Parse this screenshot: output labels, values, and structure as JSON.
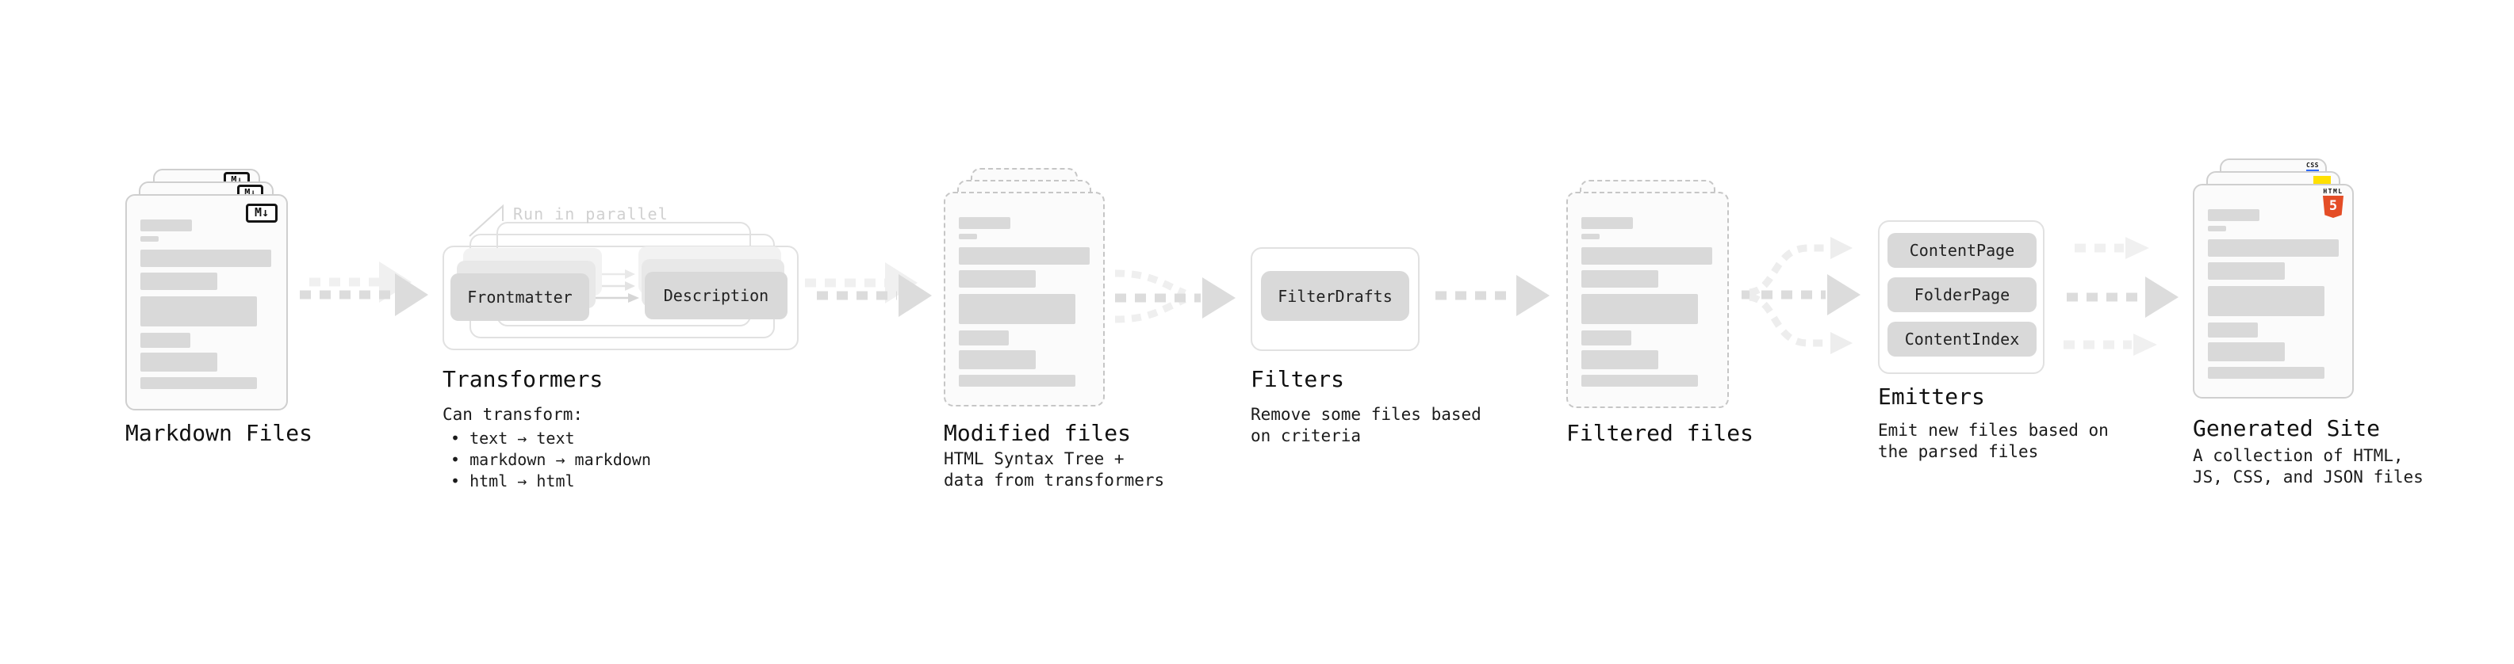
{
  "palette": {
    "html5_orange": "#e44d26",
    "js_yellow": "#ffe000",
    "css_blue": "#2d68f4",
    "node_gray": "#d9d9d9",
    "annotation_gray": "#d0d0d0",
    "arrow_dark": "#dcdcdc",
    "arrow_light": "#f0f0f0"
  },
  "stages": {
    "markdown": {
      "label": "Markdown Files",
      "badge": "M↓"
    },
    "transformers": {
      "title": "Transformers",
      "annotation": "Run in parallel",
      "frontmatter": "Frontmatter",
      "description": "Description",
      "heading": "Can transform:",
      "bullets": [
        "• text → text",
        "• markdown → markdown",
        "• html → html"
      ]
    },
    "modified": {
      "label": "Modified files",
      "lines": [
        "HTML Syntax Tree +",
        "data from transformers"
      ]
    },
    "filters": {
      "title": "Filters",
      "pill": "FilterDrafts",
      "lines": [
        "Remove some files based",
        "on criteria"
      ]
    },
    "filtered": {
      "label": "Filtered files"
    },
    "emitters": {
      "title": "Emitters",
      "pills": [
        "ContentPage",
        "FolderPage",
        "ContentIndex"
      ],
      "lines": [
        "Emit new files based on",
        "the parsed files"
      ]
    },
    "generated": {
      "label": "Generated Site",
      "logo_html": "HTML",
      "logo_five": "5",
      "logo_css": "CSS",
      "lines": [
        "A collection of HTML,",
        "JS, CSS, and JSON files"
      ]
    }
  }
}
